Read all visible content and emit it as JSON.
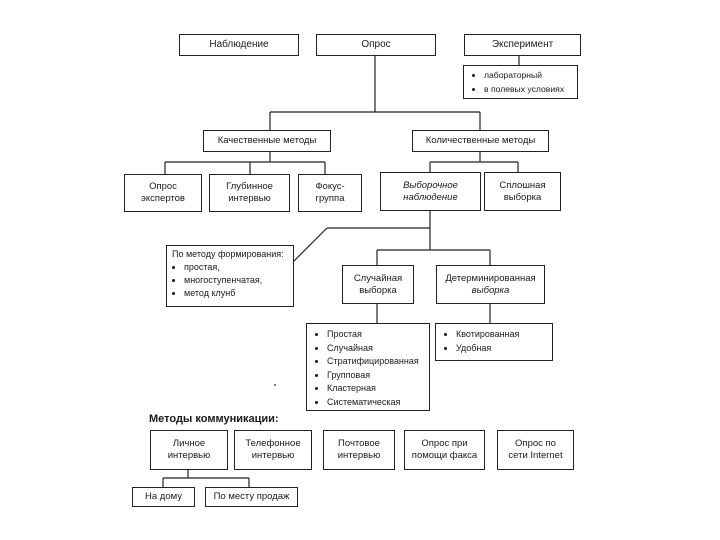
{
  "top": {
    "observation": "Наблюдение",
    "survey": "Опрос",
    "experiment": "Эксперимент"
  },
  "experiment_list": [
    "лабораторный",
    "в полевых условиях"
  ],
  "methods": {
    "qualitative": "Качественные методы",
    "quantitative": "Количественные методы"
  },
  "qualitative_items": {
    "experts_l1": "Опрос",
    "experts_l2": "экспертов",
    "deep_l1": "Глубинное",
    "deep_l2": "интервью",
    "focus_l1": "Фокус-",
    "focus_l2": "группа"
  },
  "quantitative_items": {
    "sample_l1": "Выборочное",
    "sample_l2": "наблюдение",
    "full_l1": "Сплошная",
    "full_l2": "выборка"
  },
  "formation": {
    "heading": "По методу формирования:",
    "items": [
      "простая,",
      "многоступенчатая,",
      "метод клунб"
    ]
  },
  "sample_types": {
    "random_l1": "Случайная",
    "random_l2": "выборка",
    "determined_l1": "Детерминированная",
    "determined_l2": "выборка"
  },
  "random_list": [
    "Простая",
    "Случайная",
    "Стратифицированная",
    "Групповая",
    "Кластерная",
    "Систематическая"
  ],
  "determined_list": [
    "Квотированная",
    "Удобная"
  ],
  "communication": {
    "heading": "Методы коммуникации:",
    "personal_l1": "Личное",
    "personal_l2": "интервью",
    "phone_l1": "Телефонное",
    "phone_l2": "интервью",
    "mail_l1": "Почтовое",
    "mail_l2": "интервью",
    "fax_l1": "Опрос при",
    "fax_l2": "помощи факса",
    "internet_l1": "Опрос по",
    "internet_l2": "сети Internet",
    "home": "На дому",
    "sales": "По месту продаж"
  }
}
